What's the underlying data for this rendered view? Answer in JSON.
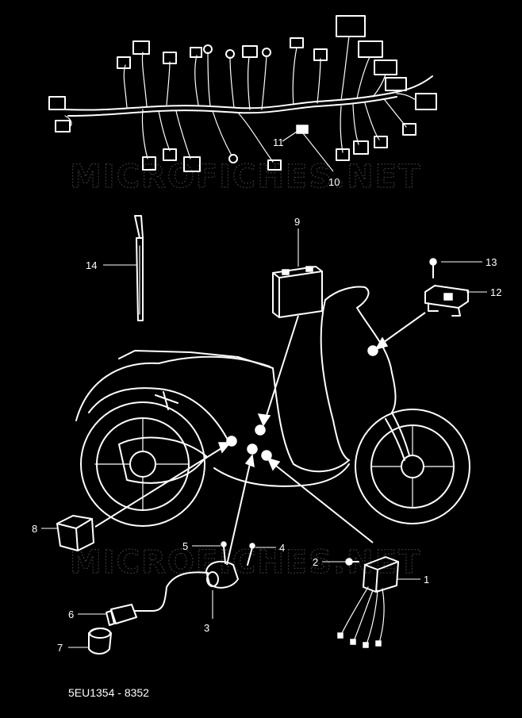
{
  "drawing_code": "5EU1354 - 8352",
  "watermarks": [
    "MICROFICHES.NET",
    "MICROFICHES.NET"
  ],
  "callouts": [
    {
      "id": "c1",
      "label": "1"
    },
    {
      "id": "c2",
      "label": "2"
    },
    {
      "id": "c3",
      "label": "3"
    },
    {
      "id": "c4",
      "label": "4"
    },
    {
      "id": "c5",
      "label": "5"
    },
    {
      "id": "c6",
      "label": "6"
    },
    {
      "id": "c7",
      "label": "7"
    },
    {
      "id": "c8",
      "label": "8"
    },
    {
      "id": "c9",
      "label": "9"
    },
    {
      "id": "c10",
      "label": "10"
    },
    {
      "id": "c11",
      "label": "11"
    },
    {
      "id": "c12",
      "label": "12"
    },
    {
      "id": "c13",
      "label": "13"
    },
    {
      "id": "c14",
      "label": "14"
    }
  ],
  "colors": {
    "background": "#000000",
    "line": "#ffffff",
    "watermark": "#3a3a3a"
  }
}
